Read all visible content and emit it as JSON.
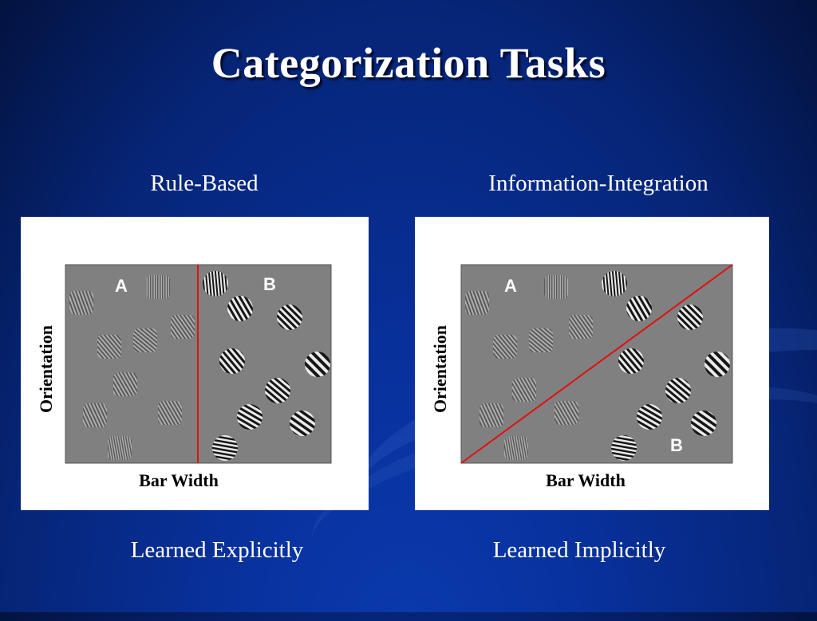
{
  "slide": {
    "title": "Categorization Tasks"
  },
  "left": {
    "heading": "Rule-Based",
    "caption": "Learned Explicitly",
    "x_label": "Bar Width",
    "y_label": "Orientation",
    "label_a": "A",
    "label_b": "B"
  },
  "right": {
    "heading": "Information-Integration",
    "caption": "Learned Implicitly",
    "x_label": "Bar Width",
    "y_label": "Orientation",
    "label_a": "A",
    "label_b": "B"
  },
  "colors": {
    "boundary": "#e01010",
    "plot_bg": "#808080"
  }
}
